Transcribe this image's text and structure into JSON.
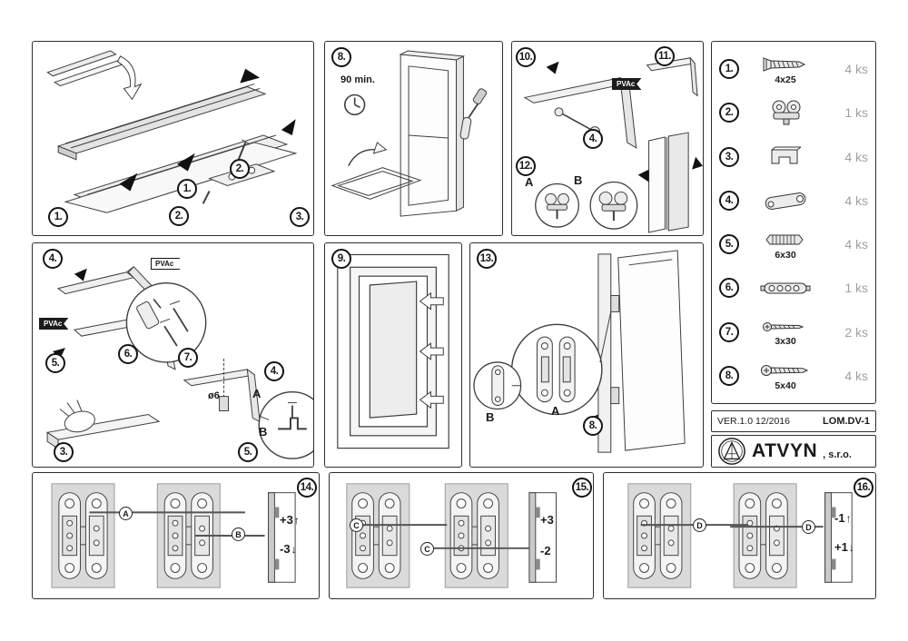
{
  "panels": {
    "profiles": {
      "step_badges": [
        "1.",
        "2.",
        "3."
      ],
      "part_badges": [
        "1.",
        "2."
      ]
    },
    "frame_glue": {
      "step_badge": "8.",
      "time_label": "90 min."
    },
    "rollers": {
      "step_badge_10": "10.",
      "step_badge_11": "11.",
      "step_badge_12": "12.",
      "part_badge": "4.",
      "glue_label": "PVAc",
      "detail_a": "A",
      "detail_b": "B"
    },
    "corners": {
      "step_badge_4": "4.",
      "step_badge_5": "5.",
      "step_badge_6": "6.",
      "step_badge_7": "7.",
      "part_badge_3": "3.",
      "part_badge_4": "4.",
      "part_badge_5": "5.",
      "glue_label_top": "PVAc",
      "glue_label_left": "PVAc",
      "drill_label": "ø6",
      "detail_a": "A",
      "detail_b": "B"
    },
    "frame_install": {
      "step_badge": "9."
    },
    "hinges": {
      "step_badge": "13.",
      "part_badge": "8.",
      "detail_a": "A",
      "detail_b": "B"
    },
    "adjust_side": {
      "step_badge": "14.",
      "tool_label_1": "A",
      "tool_label_2": "B",
      "adjust_up": "+3",
      "adjust_down": "-3"
    },
    "adjust_height": {
      "step_badge": "15.",
      "tool_label_1": "C",
      "tool_label_2": "C",
      "adjust_up": "+3",
      "adjust_down": "-2"
    },
    "adjust_depth": {
      "step_badge": "16.",
      "tool_label_1": "D",
      "tool_label_2": "D",
      "adjust_up": "-1",
      "adjust_down": "+1"
    }
  },
  "parts": {
    "items": [
      {
        "num": "1.",
        "icon": "countersunk-screw-icon",
        "size": "4x25",
        "qty": "4 ks"
      },
      {
        "num": "2.",
        "icon": "roller-carriage-icon",
        "size": "",
        "qty": "1 ks"
      },
      {
        "num": "3.",
        "icon": "u-bracket-icon",
        "size": "",
        "qty": "4 ks"
      },
      {
        "num": "4.",
        "icon": "pivot-arm-icon",
        "size": "",
        "qty": "4 ks"
      },
      {
        "num": "5.",
        "icon": "dowel-icon",
        "size": "6x30",
        "qty": "4 ks"
      },
      {
        "num": "6.",
        "icon": "track-guide-icon",
        "size": "",
        "qty": "1 ks"
      },
      {
        "num": "7.",
        "icon": "pan-screw-icon",
        "size": "3x30",
        "qty": "2 ks"
      },
      {
        "num": "8.",
        "icon": "pan-screw-icon",
        "size": "5x40",
        "qty": "4 ks"
      }
    ]
  },
  "footer": {
    "version": "VER.1.0 12/2016",
    "model": "LOM.DV-1",
    "brand": "ATVYN",
    "brand_suffix": ", s.r.o."
  },
  "icons": {
    "up_arrow": "↑",
    "down_arrow": "↓"
  }
}
